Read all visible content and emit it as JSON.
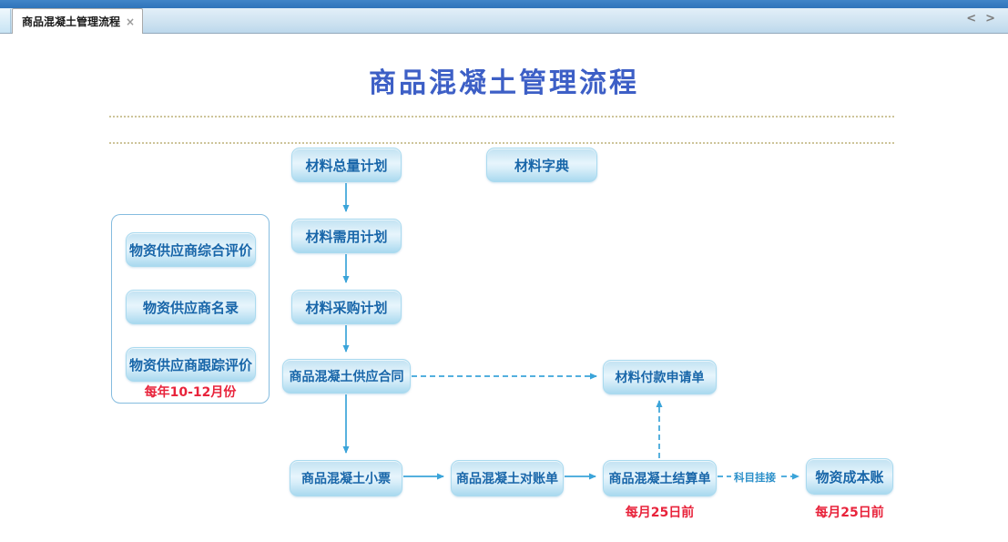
{
  "tab_bar": {
    "active_tab": "商品混凝土管理流程",
    "close_label": "×",
    "nav_prev": "<",
    "nav_next": ">"
  },
  "title": "商品混凝土管理流程",
  "flow": {
    "nodes": {
      "material_total_plan": "材料总量计划",
      "material_dictionary": "材料字典",
      "material_demand_plan": "材料需用计划",
      "material_purchase_plan": "材料采购计划",
      "concrete_supply_contract": "商品混凝土供应合同",
      "material_payment_request": "材料付款申请单",
      "concrete_ticket": "商品混凝土小票",
      "concrete_statement": "商品混凝土对账单",
      "concrete_settlement": "商品混凝土结算单",
      "material_cost_account": "物资成本账"
    },
    "side_panel": {
      "items": [
        "物资供应商综合评价",
        "物资供应商名录",
        "物资供应商跟踪评价"
      ],
      "note": "每年10-12月份"
    },
    "edge_label": "科目挂接",
    "notes": {
      "settlement_deadline": "每月25日前",
      "cost_account_deadline": "每月25日前"
    },
    "colors": {
      "arrow": "#3ba4d9",
      "node_text": "#1866a9",
      "title": "#3d5fc6",
      "note_red": "#e8233b",
      "topbar": "#2f74ba"
    }
  }
}
